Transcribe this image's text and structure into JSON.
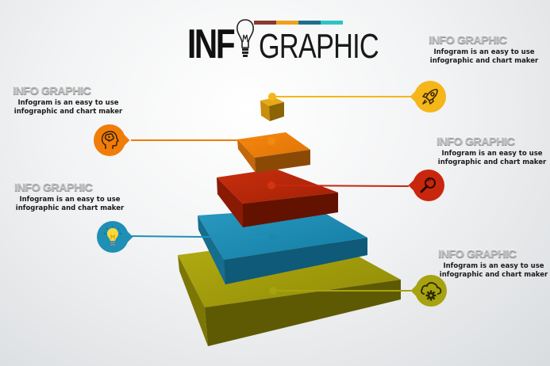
{
  "title": {
    "part1": "INF",
    "part2": "GRAPHIC",
    "bulb_icon": "lightbulb-icon",
    "stripe_colors": [
      "#8b3a2f",
      "#f0a020",
      "#1f6f8b",
      "#2ec4c4"
    ]
  },
  "colors": {
    "level1": "#d49b14",
    "level2": "#f07d0a",
    "level3": "#c02a0c",
    "level4": "#1f8fb5",
    "level5": "#a7a20f"
  },
  "sections": [
    {
      "id": "top-right",
      "heading": "INFO GRAPHIC",
      "description": "Infogram is an easy to use infographic and chart maker",
      "icon": "rocket-icon",
      "color": "#f5b619"
    },
    {
      "id": "upper-left",
      "heading": "INFO GRAPHIC",
      "description": "Infogram is an easy to use infographic and chart maker",
      "icon": "brain-head-icon",
      "color": "#f07d0a"
    },
    {
      "id": "middle-right",
      "heading": "INFO GRAPHIC",
      "description": "Infogram is an easy to use infographic and chart maker",
      "icon": "magnifier-icon",
      "color": "#c9260e"
    },
    {
      "id": "middle-left",
      "heading": "INFO GRAPHIC",
      "description": "Infogram is an easy to use infographic and chart maker",
      "icon": "lightbulb-icon",
      "color": "#1f8fb5"
    },
    {
      "id": "bottom-right",
      "heading": "INFO GRAPHIC",
      "description": "Infogram is an easy to use infographic and chart maker",
      "icon": "cloud-gear-icon",
      "color": "#a7a20f"
    }
  ]
}
